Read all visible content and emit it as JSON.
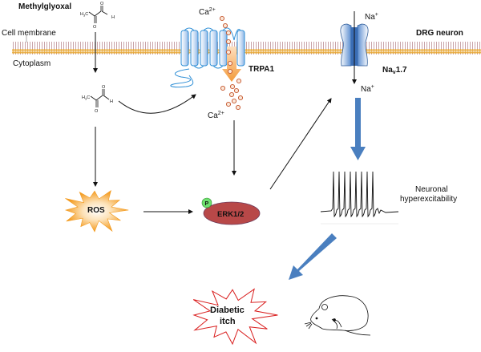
{
  "labels": {
    "methylglyoxal": "Methylglyoxal",
    "cell_membrane": "Cell membrane",
    "cytoplasm": "Cytoplasm",
    "ca_top": "Ca",
    "ca_top_sup": "2+",
    "ca_bottom": "Ca",
    "ca_bottom_sup": "2+",
    "trpa1": "TRPA1",
    "drg_neuron": "DRG neuron",
    "na_top": "Na",
    "na_top_sup": "+",
    "na_bottom": "Na",
    "na_bottom_sup": "+",
    "nav_prefix": "Na",
    "nav_sub": "v",
    "nav_suffix": "1.7",
    "ros": "ROS",
    "phospho": "P",
    "erk": "ERK1/2",
    "neuronal_line1": "Neuronal",
    "neuronal_line2": "hyperexcitability",
    "itch_line1": "Diabetic",
    "itch_line2": "itch"
  },
  "molecule": {
    "h3c": "H",
    "h3c_sub": "3",
    "h3c_c": "C",
    "o": "O",
    "h": "H"
  },
  "colors": {
    "membrane_head": "#e8a93a",
    "membrane_tail": "#c9a3a8",
    "trpa1_blue": "#2f8fd6",
    "trpa1_fill": "#dce9f8",
    "calcium": "#c4542a",
    "flow_arrow": "#f4a040",
    "nav_blue": "#4a7fc2",
    "ros_orange": "#f39a1e",
    "erk_red": "#b84848",
    "phospho_green": "#6ee06e",
    "big_arrow": "#4a7fbf",
    "itch_red": "#d91e1e"
  }
}
